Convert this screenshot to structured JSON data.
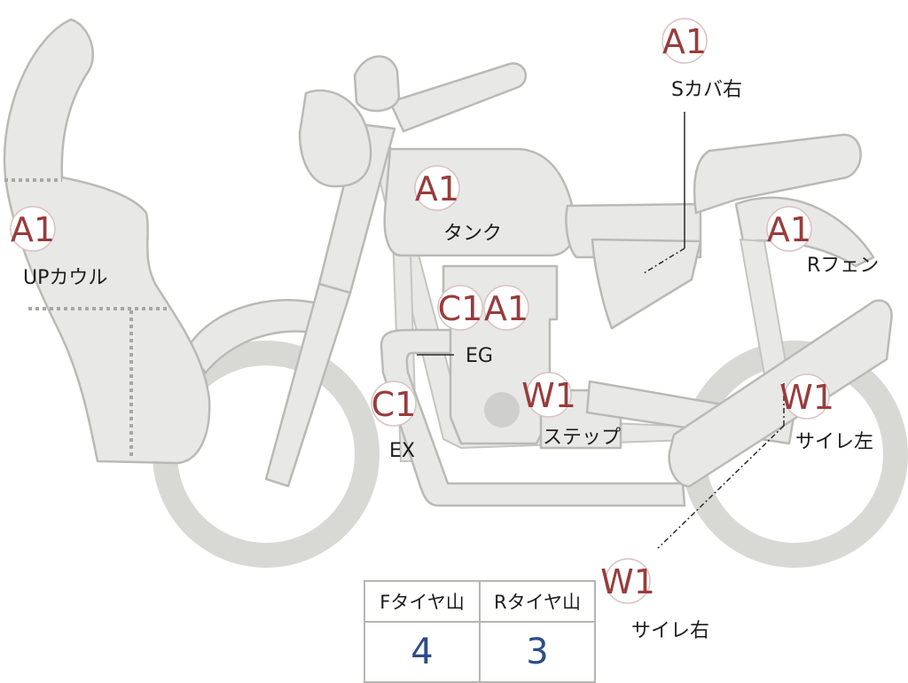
{
  "diagram": {
    "colors": {
      "body_fill": "#e8e8e6",
      "outline": "#b9b9b6",
      "badge_text": "#9a3b3b",
      "label_text": "#1c1c1c",
      "tire_value": "#2d4d86"
    },
    "callouts": [
      {
        "id": "up-cowl",
        "code": "A1",
        "label": "UPカウル"
      },
      {
        "id": "tank",
        "code": "A1",
        "label": "タンク"
      },
      {
        "id": "side-cover-right",
        "code": "A1",
        "label": "Sカバ右"
      },
      {
        "id": "rear-fender",
        "code": "A1",
        "label": "Rフェン"
      },
      {
        "id": "engine",
        "codes": [
          "C1",
          "A1"
        ],
        "label": "EG"
      },
      {
        "id": "exhaust",
        "code": "C1",
        "label": "EX"
      },
      {
        "id": "step",
        "code": "W1",
        "label": "ステップ"
      },
      {
        "id": "silencer-left",
        "code": "W1",
        "label": "サイレ左"
      },
      {
        "id": "silencer-right",
        "code": "W1",
        "label": "サイレ右"
      }
    ]
  },
  "tire_table": {
    "headers": [
      "Fタイヤ山",
      "Rタイヤ山"
    ],
    "values": [
      "4",
      "3"
    ]
  }
}
